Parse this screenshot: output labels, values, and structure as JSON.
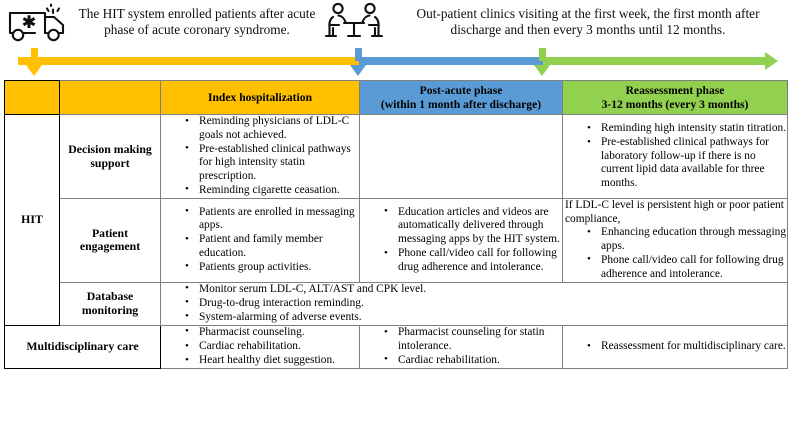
{
  "timeline": {
    "left_icon": "ambulance-icon",
    "right_icon": "clinic-consultation-icon",
    "caption_left": "The HIT system enrolled patients after acute phase of acute coronary syndrome.",
    "caption_right": "Out-patient clinics visiting at the first week, the first month after discharge and then every 3 months until 12 months.",
    "colors": {
      "yellow": "#FFC000",
      "blue": "#5B9BD5",
      "green": "#92D050"
    }
  },
  "table": {
    "headers": {
      "category_blank": "",
      "subcategory_blank": "",
      "index": "Index hospitalization",
      "postacute_line1": "Post-acute phase",
      "postacute_line2": "(within 1 month after discharge)",
      "reassessment_line1": "Reassessment phase",
      "reassessment_line2": "3-12 months (every 3 months)"
    },
    "group_label": "HIT",
    "rows": {
      "decision": {
        "label_line1": "Decision making",
        "label_line2": "support",
        "index": [
          "Reminding physicians of LDL-C goals not achieved.",
          "Pre-established clinical pathways for high intensity statin prescription.",
          "Reminding cigarette ceasation."
        ],
        "postacute": [],
        "reassessment": [
          "Reminding high intensity statin titration.",
          "Pre-established clinical pathways for laboratory follow-up if there is no current lipid data available for three months."
        ]
      },
      "engagement": {
        "label_line1": "Patient",
        "label_line2": "engagement",
        "index": [
          "Patients are enrolled in messaging apps.",
          "Patient and family member education.",
          "Patients group activities."
        ],
        "postacute": [
          "Education articles and videos are automatically delivered through messaging apps by the HIT system.",
          "Phone call/video call for following drug adherence and intolerance."
        ],
        "reassessment_lead": "If LDL-C level is persistent high or poor patient compliance,",
        "reassessment": [
          "Enhancing education through messaging apps.",
          "Phone call/video call for following drug adherence and intolerance."
        ]
      },
      "database": {
        "label_line1": "Database",
        "label_line2": "monitoring",
        "items": [
          "Monitor serum LDL-C, ALT/AST and CPK level.",
          "Drug-to-drug interaction reminding.",
          "System-alarming of adverse events."
        ]
      },
      "multidisciplinary": {
        "label": "Multidisciplinary care",
        "index": [
          "Pharmacist counseling.",
          "Cardiac rehabilitation.",
          "Heart healthy diet suggestion."
        ],
        "postacute": [
          "Pharmacist counseling for statin intolerance.",
          "Cardiac rehabilitation."
        ],
        "reassessment": [
          "Reassessment for multidisciplinary care."
        ]
      }
    }
  }
}
